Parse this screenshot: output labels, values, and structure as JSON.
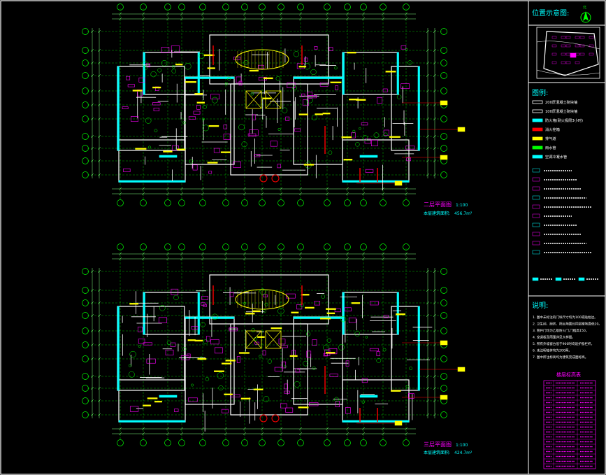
{
  "plans": [
    {
      "title": "二层平面图",
      "scale": "1:100",
      "area_label": "本层建筑面积:",
      "area_value": "456.7m²"
    },
    {
      "title": "三层平面图",
      "scale": "1:100",
      "area_label": "本层建筑面积:",
      "area_value": "424.7m²"
    }
  ],
  "sidebar": {
    "location_title": "位置示意图:",
    "legend_title": "图例:",
    "legend_items": [
      "200厚混凝土砌块墙",
      "100厚混凝土砌块墙",
      "防火墙(耐火极限3小时)",
      "消火栓箱",
      "排气道",
      "雨水管",
      "空调冷凝水管"
    ],
    "notes_title": "说明:",
    "notes": [
      "1. 图中未标注的门垛尺寸均为100或贴柱边。",
      "2. 卫生间、厨房、阳台地面比同层楼地面低20。",
      "3. 管井门均为乙级防火门,门槛高150。",
      "4. 空调板及雨篷详见大样图。",
      "5. 所有外墙窗台低于900时均设护窗栏杆。",
      "6. 未注明墙体均为200厚。",
      "7. 图中所注标高均为建筑完成面标高。"
    ],
    "table_title": "楼层标高表"
  },
  "colors": {
    "background": "#000000",
    "grid": "#00ff00",
    "wall": "#ffffff",
    "cyan": "#00ffff",
    "magenta": "#ff00ff",
    "yellow": "#ffff00",
    "red": "#ff0000",
    "dims": "#7fff7f",
    "border": "#ffffff"
  }
}
